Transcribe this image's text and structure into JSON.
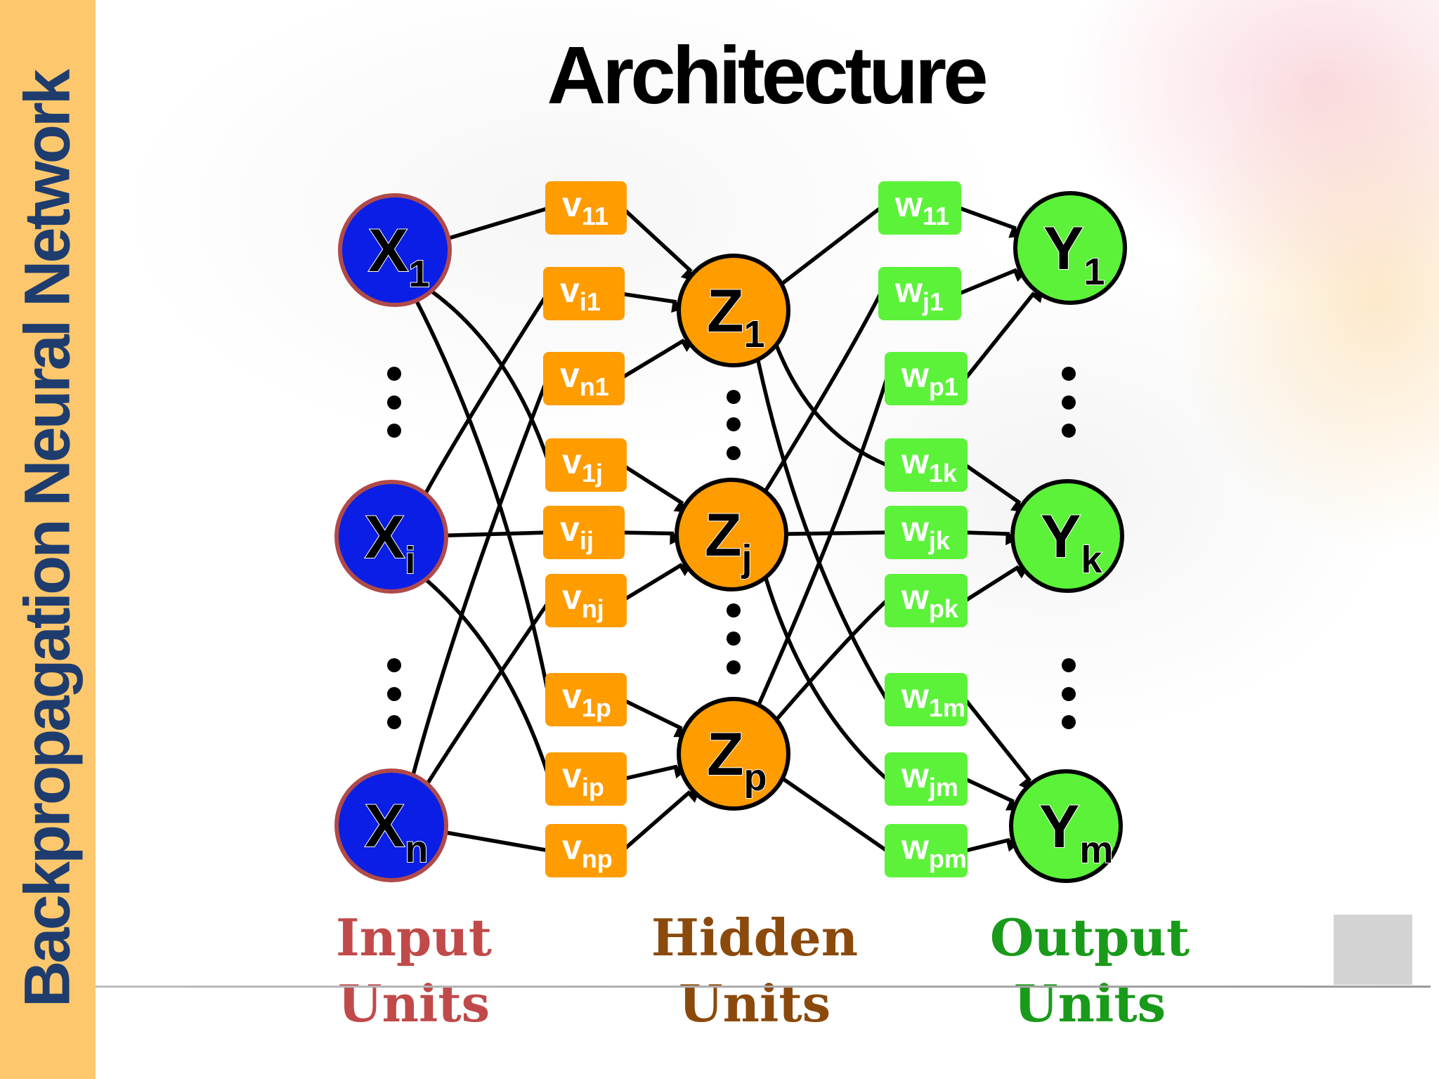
{
  "slide": {
    "sidebar_title": "Backpropagation Neural Network",
    "title": "Architecture"
  },
  "colors": {
    "sidebar_bg": "#fdc86d",
    "sidebar_text": "#1f3c6e",
    "input_fill": "#0a1ee6",
    "input_stroke": "#b04a4a",
    "hidden_fill": "#ff9c00",
    "output_fill": "#5cf23a",
    "input_weight_box": "#ff9c00",
    "output_weight_box": "#5cf23a",
    "input_label": "#c04a4a",
    "hidden_label": "#8b4a0c",
    "output_label": "#1a9a1a"
  },
  "nodes": {
    "input": [
      {
        "id": "x1",
        "main": "X",
        "sub": "1"
      },
      {
        "id": "xi",
        "main": "X",
        "sub": "i"
      },
      {
        "id": "xn",
        "main": "X",
        "sub": "n"
      }
    ],
    "hidden": [
      {
        "id": "z1",
        "main": "Z",
        "sub": "1"
      },
      {
        "id": "zj",
        "main": "Z",
        "sub": "j"
      },
      {
        "id": "zp",
        "main": "Z",
        "sub": "p"
      }
    ],
    "output": [
      {
        "id": "y1",
        "main": "Y",
        "sub": "1"
      },
      {
        "id": "yk",
        "main": "Y",
        "sub": "k"
      },
      {
        "id": "ym",
        "main": "Y",
        "sub": "m"
      }
    ]
  },
  "input_weights": [
    {
      "main": "v",
      "sub": "11"
    },
    {
      "main": "v",
      "sub": "i1"
    },
    {
      "main": "v",
      "sub": "n1"
    },
    {
      "main": "v",
      "sub": "1j"
    },
    {
      "main": "v",
      "sub": "ij"
    },
    {
      "main": "v",
      "sub": "nj"
    },
    {
      "main": "v",
      "sub": "1p"
    },
    {
      "main": "v",
      "sub": "ip"
    },
    {
      "main": "v",
      "sub": "np"
    }
  ],
  "output_weights": [
    {
      "main": "w",
      "sub": "11"
    },
    {
      "main": "w",
      "sub": "j1"
    },
    {
      "main": "w",
      "sub": "p1"
    },
    {
      "main": "w",
      "sub": "1k"
    },
    {
      "main": "w",
      "sub": "jk"
    },
    {
      "main": "w",
      "sub": "pk"
    },
    {
      "main": "w",
      "sub": "1m"
    },
    {
      "main": "w",
      "sub": "jm"
    },
    {
      "main": "w",
      "sub": "pm"
    }
  ],
  "column_labels": {
    "input": {
      "line1": "Input",
      "line2": "Units"
    },
    "hidden": {
      "line1": "Hidden",
      "line2": "Units"
    },
    "output": {
      "line1": "Output",
      "line2": "Units"
    }
  }
}
